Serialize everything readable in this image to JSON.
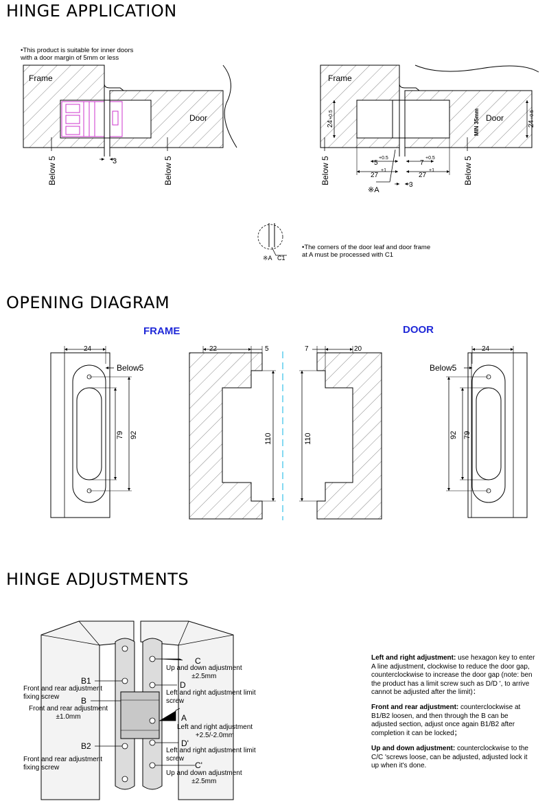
{
  "sections": {
    "hinge_application": "HINGE APPLICATION",
    "opening_diagram": "OPENING DIAGRAM",
    "hinge_adjustments": "HINGE ADJUSTMENTS"
  },
  "application": {
    "note_top": [
      "•This product is suitable for inner doors",
      "with a door margin of 5mm or less"
    ],
    "frame": "Frame",
    "door": "Door",
    "below5": "Below 5",
    "gap3": "3",
    "dim_24": "24",
    "tol_05": "+0.5",
    "dim_5": "5",
    "dim_7": "7",
    "dim_27": "27",
    "tol_1": "+1",
    "sub_0": "0",
    "min35": "MIN 35mm",
    "mark_a": "※A",
    "mark_c1": "C1",
    "note_corner": [
      "•The corners of the door leaf and door frame",
      "at A must be processed with C1"
    ]
  },
  "opening": {
    "frame_title": "FRAME",
    "door_title": "DOOR",
    "d24": "24",
    "d22": "22",
    "d5": "5",
    "d7": "7",
    "d20": "20",
    "d79": "79",
    "d92": "92",
    "d110": "110",
    "below5": "Below5"
  },
  "adjust": {
    "B1": "B1",
    "B": "B",
    "B2": "B2",
    "C": "C",
    "D": "D",
    "A": "A",
    "Dp": "D'",
    "Cp": "C'",
    "fr_fix_1": [
      "Front and rear adjustment",
      "fixing screw"
    ],
    "fr_adj": [
      "Front and rear adjustment",
      "±1.0mm"
    ],
    "fr_fix_2": [
      "Front and rear adjustment",
      "fixing screw"
    ],
    "ud_1": [
      "Up and down adjustment",
      "±2.5mm"
    ],
    "lr_limit_1": [
      "Left and right adjustment limit",
      "screw"
    ],
    "lr_adj": [
      "Left and right adjustment",
      "+2.5/-2.0mm"
    ],
    "lr_limit_2": [
      "Left and right adjustment limit",
      "screw"
    ],
    "ud_2": [
      "Up and down adjustment",
      "±2.5mm"
    ],
    "desc_lr_title": "Left and right adjustment:",
    "desc_lr_text": " use hexagon key to enter A line adjustment, clockwise to reduce the door gap, counterclockwise to increase the door gap (note: ben the product has a limit screw such as D/D ', to arrive cannot be adjusted after the limit)：",
    "desc_fr_title": "Front and rear adjustment:",
    "desc_fr_text": " counterclockwise at B1/B2 loosen, and then through the B can be adjusted section, adjust once again B1/B2 after completion it can be locked；",
    "desc_ud_title": "Up and down adjustment:",
    "desc_ud_text": " counterclockwise to the C/C 'screws loose, can be adjusted, adjusted lock it up when it's done."
  }
}
